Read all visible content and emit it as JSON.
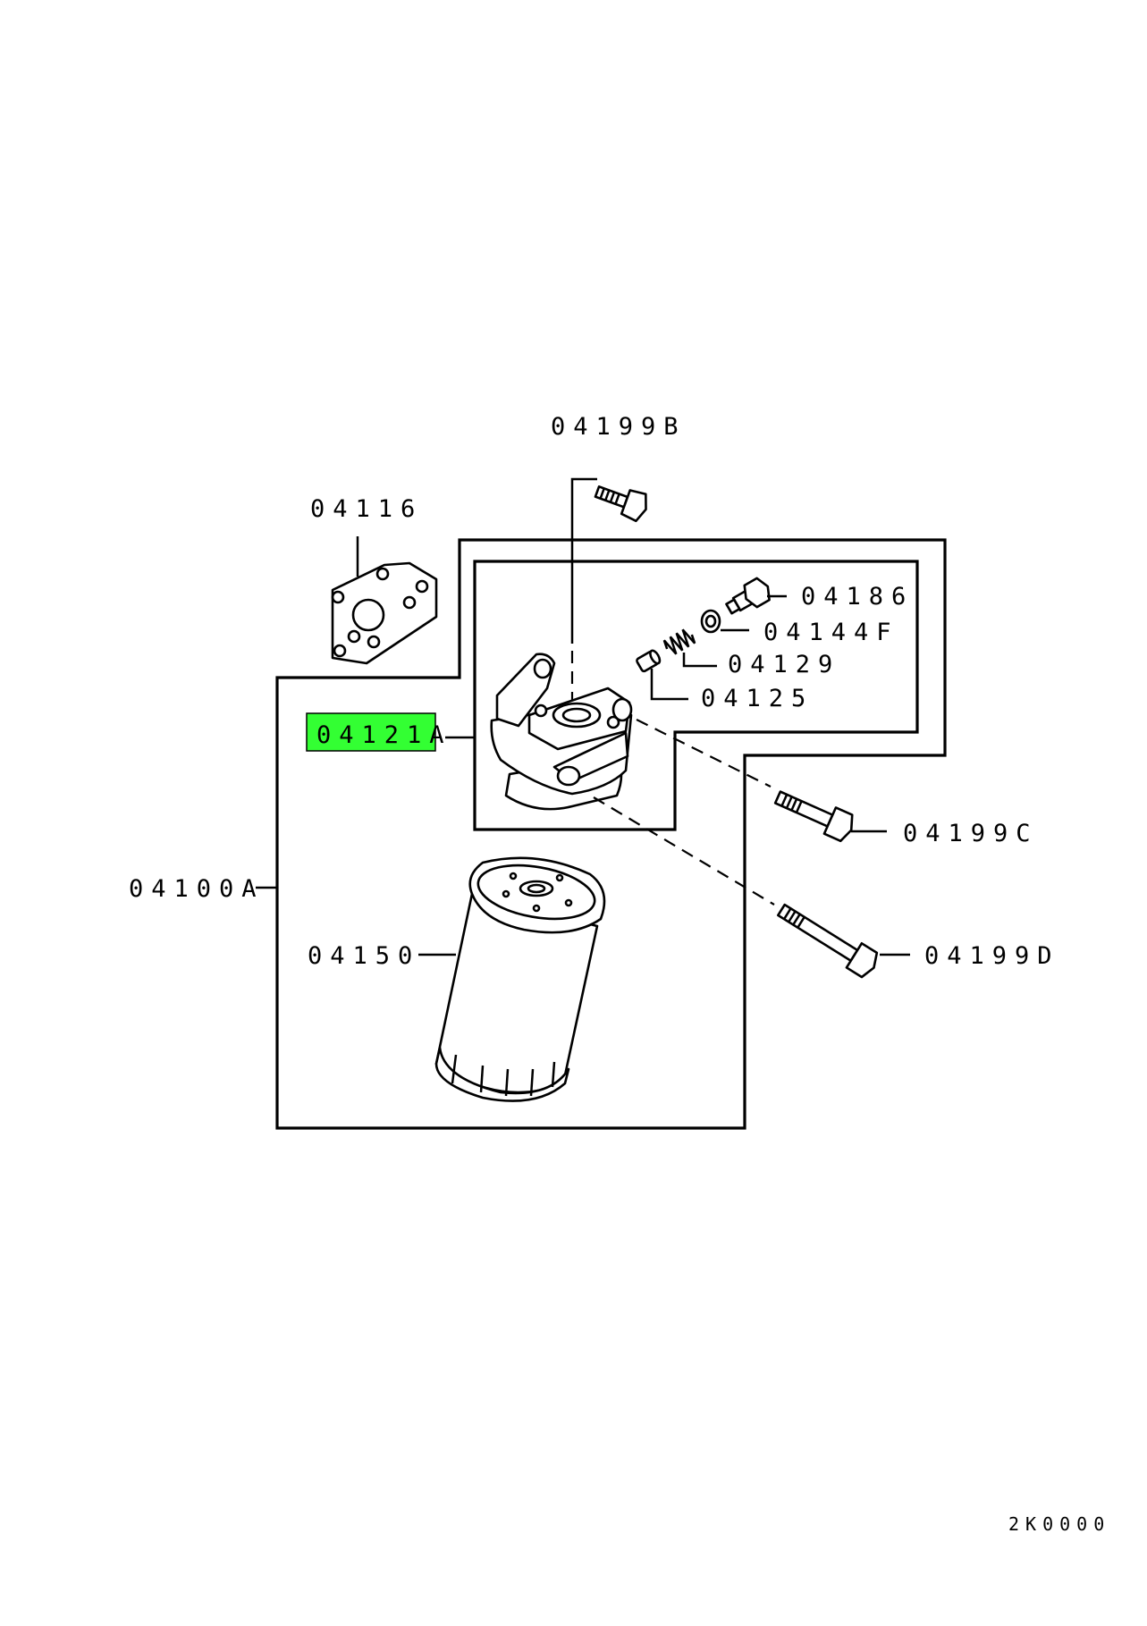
{
  "labels": {
    "p04199B": "04199B",
    "p04116": "04116",
    "p04186": "04186",
    "p04144F": "04144F",
    "p04129": "04129",
    "p04125": "04125",
    "p04121A": "04121A",
    "p04199C": "04199C",
    "p04100A": "04100A",
    "p04150": "04150",
    "p04199D": "04199D"
  },
  "footer_code": "2K0000",
  "colors": {
    "highlight": "#33ff33",
    "ink": "#000000",
    "background": "#ffffff"
  },
  "highlighted_part": "04121A"
}
